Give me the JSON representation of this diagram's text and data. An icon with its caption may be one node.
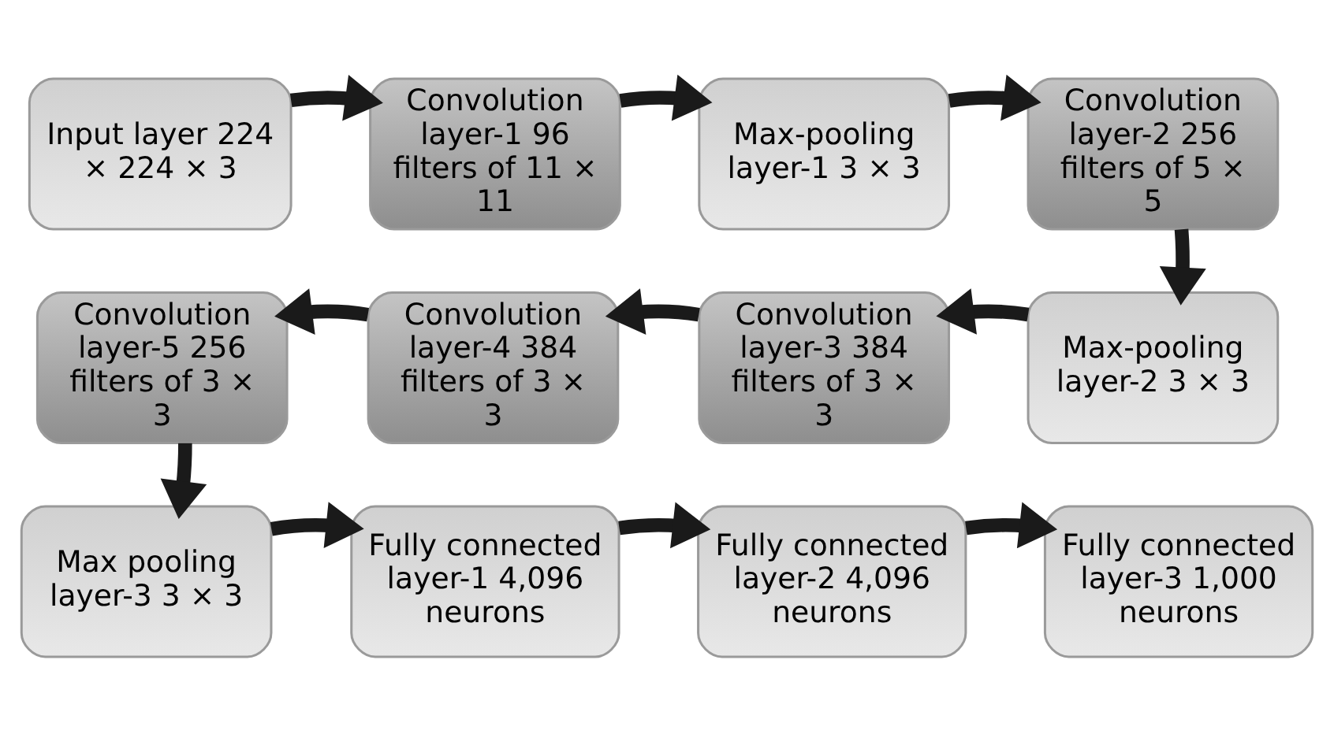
{
  "diagram": {
    "nodes": [
      {
        "text": [
          "Input layer 224 × 224 × 3"
        ]
      },
      {
        "text": [
          "Convolution layer-1 96 filters of 11 × 11"
        ]
      },
      {
        "text": [
          "Max-pooling layer-1 3 × 3"
        ]
      },
      {
        "text": [
          "Convolution layer-2 256 filters of 5 × 5"
        ]
      },
      {
        "text": [
          "Convolution layer-5 256 filters of 3 × 3"
        ]
      },
      {
        "text": [
          "Convolution layer-4 384 filters of 3 × 3"
        ]
      },
      {
        "text": [
          "Convolution layer-3 384 filters of 3 × 3"
        ]
      },
      {
        "text": [
          "Max-pooling layer-2 3 × 3"
        ]
      },
      {
        "text": [
          "Max pooling layer-3 3 × 3"
        ]
      },
      {
        "text": [
          "Fully connected layer-1 4,096 neurons"
        ]
      },
      {
        "text": [
          "Fully connected layer-2 4,096 neurons"
        ]
      },
      {
        "text": [
          "Fully connected layer-3 1,000 neurons"
        ]
      }
    ],
    "edges": [
      {
        "from": 0,
        "to": 1,
        "arrow": "to"
      },
      {
        "from": 1,
        "to": 2,
        "arrow": "to"
      },
      {
        "from": 2,
        "to": 3,
        "arrow": "to"
      },
      {
        "from": 3,
        "to": 7,
        "arrow": "to"
      },
      {
        "from": 7,
        "to": 6,
        "arrow": "to"
      },
      {
        "from": 6,
        "to": 5,
        "arrow": "to"
      },
      {
        "from": 5,
        "to": 4,
        "arrow": "to"
      },
      {
        "from": 4,
        "to": 8,
        "arrow": "to"
      },
      {
        "from": 8,
        "to": 9,
        "arrow": "to"
      },
      {
        "from": 9,
        "to": 10,
        "arrow": "to"
      },
      {
        "from": 10,
        "to": 11,
        "arrow": "to"
      }
    ]
  }
}
